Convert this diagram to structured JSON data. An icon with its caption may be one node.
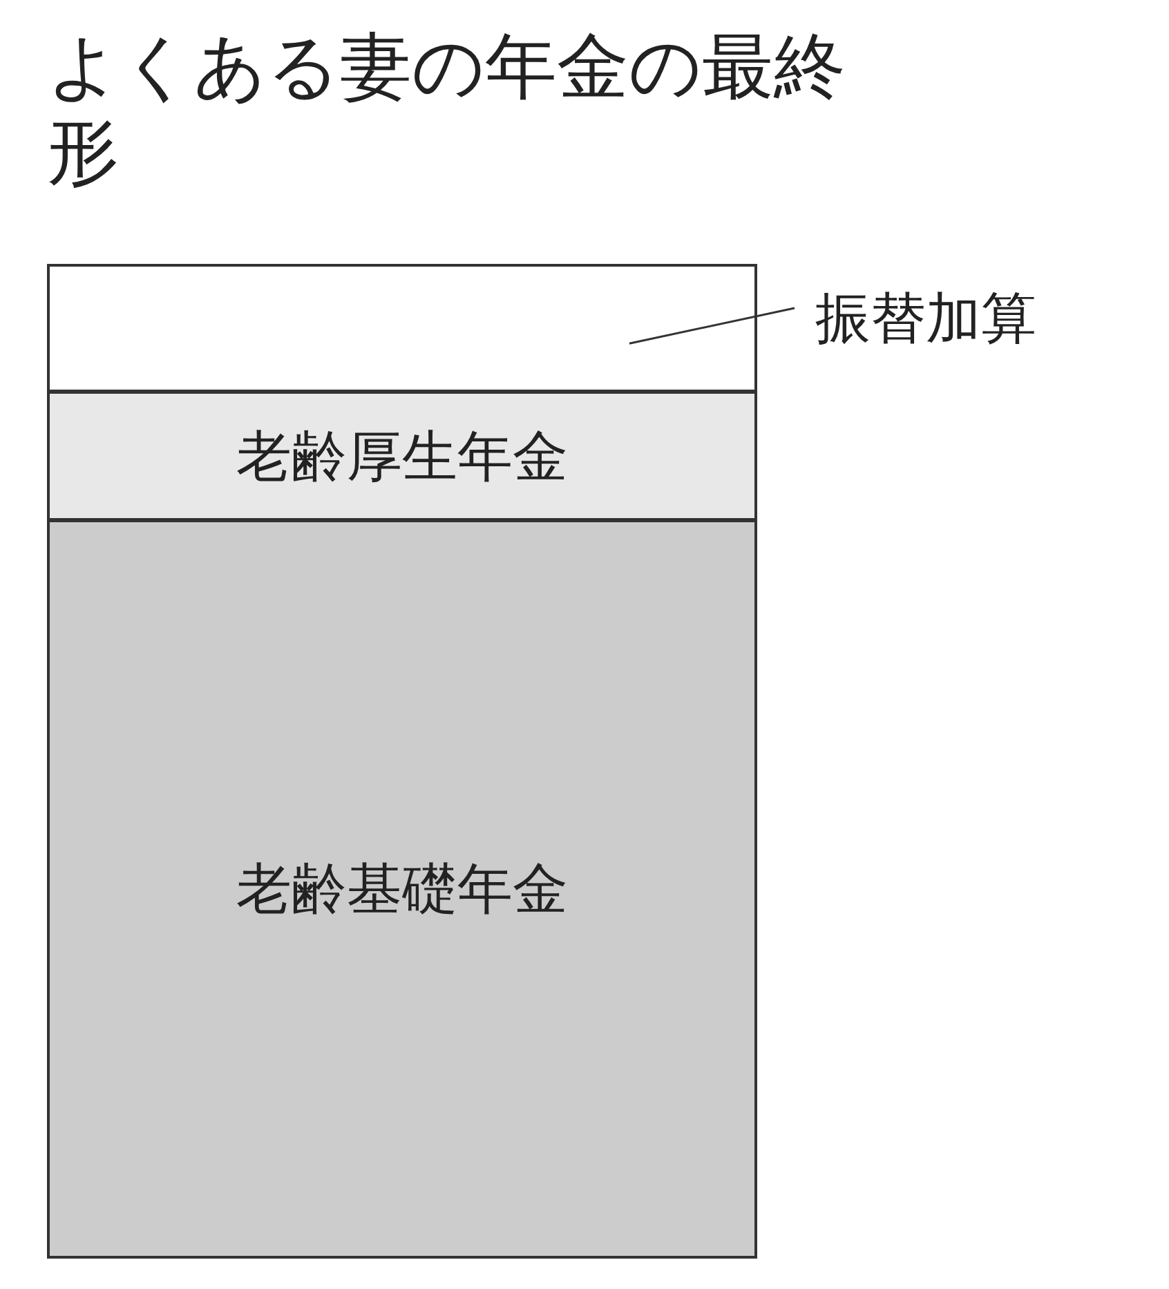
{
  "diagram": {
    "title": "よくある妻の年金の最終形",
    "nodes": [
      {
        "text": [],
        "shape": "box"
      },
      {
        "text": [
          "老齢厚生年金"
        ]
      },
      {
        "text": [
          "老齢基礎年金"
        ]
      },
      {
        "text": [
          "振替加算"
        ]
      }
    ],
    "edges": [
      {
        "from": 3,
        "to": 0,
        "arrow": "none"
      }
    ]
  }
}
